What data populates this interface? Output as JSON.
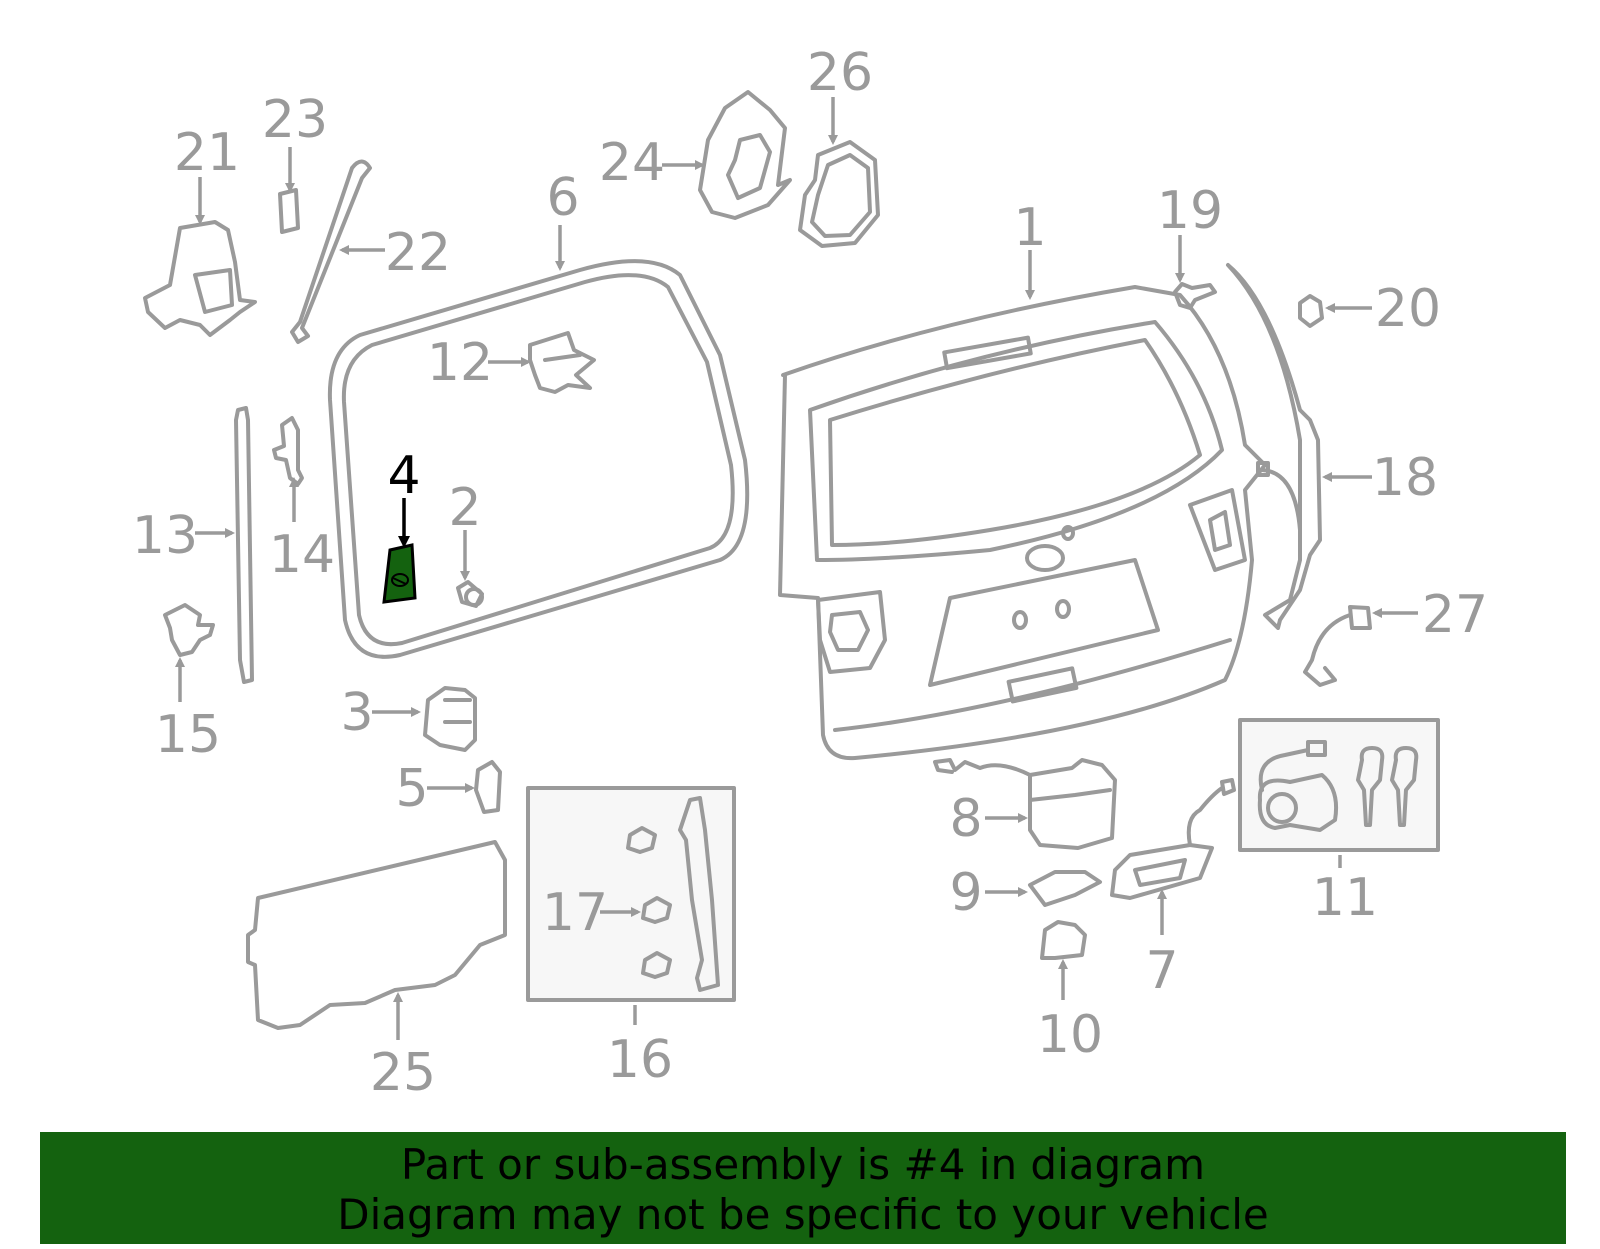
{
  "highlight_part": "4",
  "colors": {
    "line": "#9a9a9a",
    "highlight_fill": "#14620f",
    "banner_bg": "#14620f",
    "text_highlight": "#000000"
  },
  "callouts": [
    "1",
    "2",
    "3",
    "4",
    "5",
    "6",
    "7",
    "8",
    "9",
    "10",
    "11",
    "12",
    "13",
    "14",
    "15",
    "16",
    "17",
    "18",
    "19",
    "20",
    "21",
    "22",
    "23",
    "24",
    "25",
    "26",
    "27"
  ],
  "banner": {
    "line1": "Part or sub-assembly is #4 in diagram",
    "line2": "Diagram may not be specific to your vehicle"
  }
}
